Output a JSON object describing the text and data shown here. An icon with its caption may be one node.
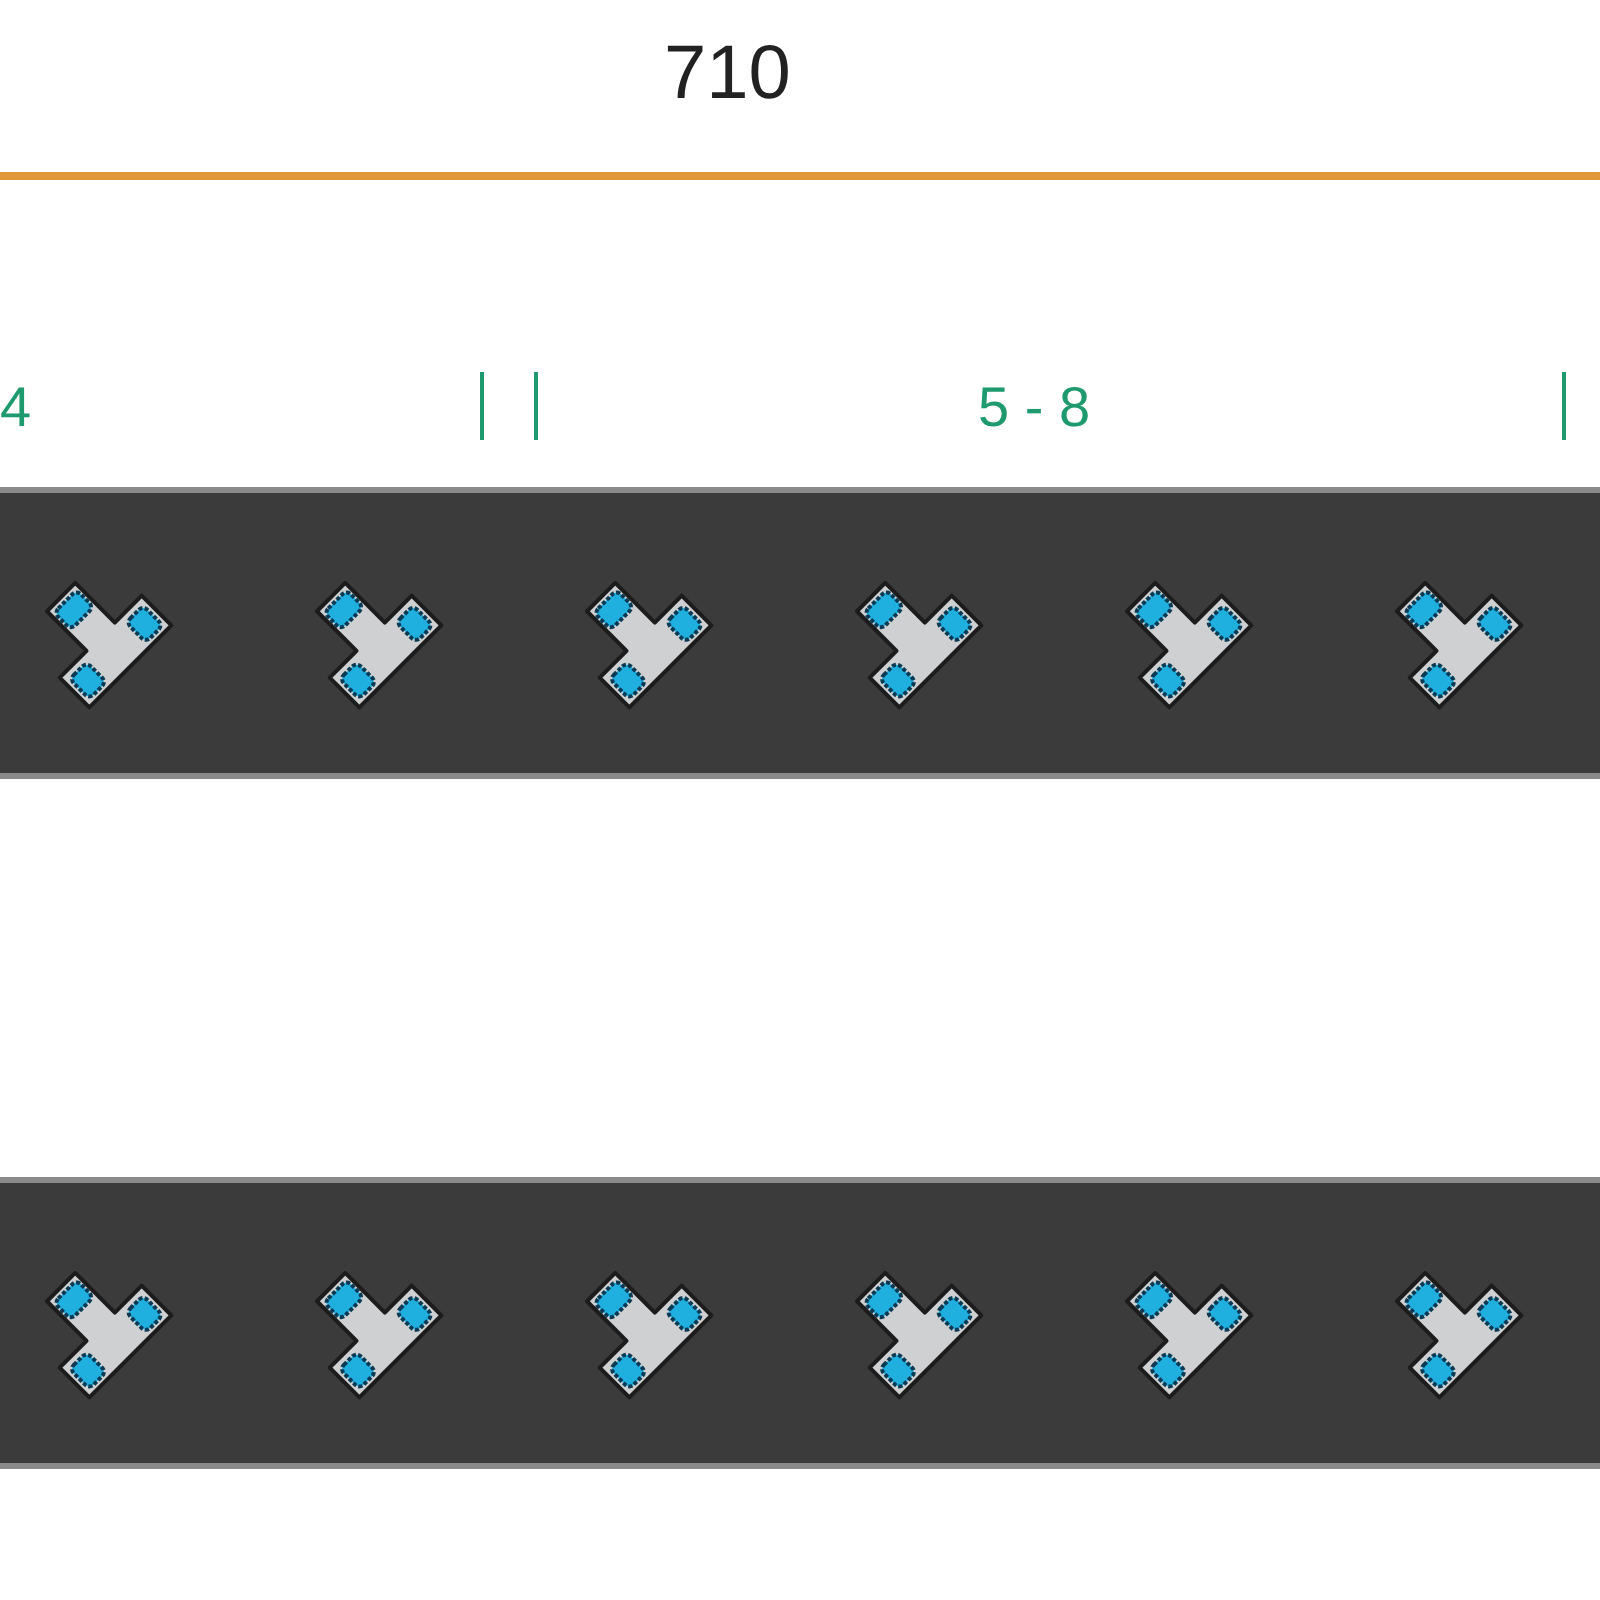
{
  "diagram": {
    "labels": [
      "710",
      "4",
      "5 - 8"
    ]
  }
}
